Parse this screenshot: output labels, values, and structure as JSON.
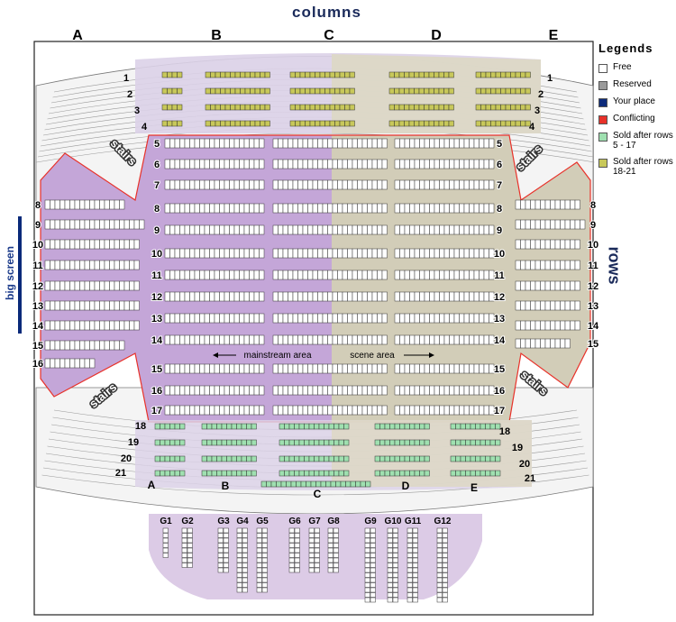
{
  "header": {
    "columns_label": "columns"
  },
  "side_labels": {
    "big_screen": "big screen",
    "rows": "rows"
  },
  "legend": {
    "title": "Legends",
    "items": [
      {
        "label": "Free",
        "color": "#ffffff"
      },
      {
        "label": "Reserved",
        "color": "#9a9a9a"
      },
      {
        "label": "Your place",
        "color": "#0d2a7a"
      },
      {
        "label": "Conflicting",
        "color": "#e8322a"
      },
      {
        "label": "Sold after rows 5 - 17",
        "color": "#9fe0b0"
      },
      {
        "label": "Sold after rows 18-21",
        "color": "#c8c85a"
      }
    ]
  },
  "columns": [
    "A",
    "B",
    "C",
    "D",
    "E"
  ],
  "bottom_columns": [
    "A",
    "B",
    "C",
    "D",
    "E"
  ],
  "rows_upper": [
    "1",
    "2",
    "3",
    "4"
  ],
  "rows_main": [
    "5",
    "6",
    "7",
    "8",
    "9",
    "10",
    "11",
    "12",
    "13",
    "14",
    "15",
    "16",
    "17"
  ],
  "rows_lower": [
    "18",
    "19",
    "20",
    "21"
  ],
  "side_rows_left": [
    "8",
    "9",
    "10",
    "11",
    "12",
    "13",
    "14",
    "15",
    "16"
  ],
  "side_rows_right": [
    "8",
    "9",
    "10",
    "11",
    "12",
    "13",
    "14",
    "15"
  ],
  "stairs_label": "stairs",
  "areas": {
    "mainstream": "mainstream area",
    "scene": "scene area"
  },
  "groups": [
    "G1",
    "G2",
    "G3",
    "G4",
    "G5",
    "G6",
    "G7",
    "G8",
    "G9",
    "G10",
    "G11",
    "G12"
  ],
  "colors": {
    "purple_zone": "#c4a6d8",
    "grey_zone": "#d2cdb8",
    "pale_purple": "#dccbe6",
    "green_seats": "#9fe0b0",
    "olive_seats": "#c8c85a",
    "conflict_line": "#e8322a"
  }
}
